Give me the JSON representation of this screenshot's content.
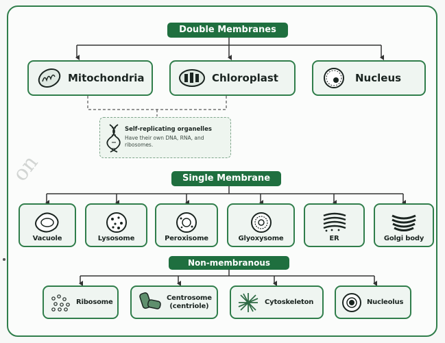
{
  "sections": {
    "double": {
      "heading": "Double Membranes",
      "items": [
        {
          "label": "Mitochondria",
          "icon": "mitochondria-icon"
        },
        {
          "label": "Chloroplast",
          "icon": "chloroplast-icon"
        },
        {
          "label": "Nucleus",
          "icon": "nucleus-icon"
        }
      ]
    },
    "single": {
      "heading": "Single Membrane",
      "items": [
        {
          "label": "Vacuole",
          "icon": "vacuole-icon"
        },
        {
          "label": "Lysosome",
          "icon": "lysosome-icon"
        },
        {
          "label": "Peroxisome",
          "icon": "peroxisome-icon"
        },
        {
          "label": "Glyoxysome",
          "icon": "glyoxysome-icon"
        },
        {
          "label": "ER",
          "icon": "er-icon"
        },
        {
          "label": "Golgi body",
          "icon": "golgi-body-icon"
        }
      ]
    },
    "non": {
      "heading": "Non-membranous",
      "items": [
        {
          "label": "Ribosome",
          "icon": "ribosome-icon"
        },
        {
          "label": "Centrosome",
          "label_line2": "(centriole)",
          "icon": "centrosome-icon"
        },
        {
          "label": "Cytoskeleton",
          "icon": "cytoskeleton-icon"
        },
        {
          "label": "Nucleolus",
          "icon": "nucleolus-icon"
        }
      ]
    }
  },
  "note": {
    "title": "Self-replicating organelles",
    "body": "Have their own DNA, RNA, and ribosomes.",
    "icon": "dna-icon"
  },
  "colors": {
    "accent": "#1f6f3f",
    "card_border": "#2f7d4a",
    "card_fill": "#eff5f1",
    "connector": "#333333"
  }
}
